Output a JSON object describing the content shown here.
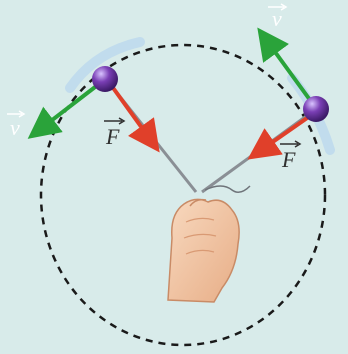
{
  "labels": {
    "velocity": "v",
    "force": "F"
  },
  "colors": {
    "background": "#d8ebea",
    "velocity_arrow": "#2aa33a",
    "force_arrow": "#e0402a",
    "ball": "#7a3fb5",
    "path": "#1a1a1a",
    "string": "#8a8f95",
    "hand": "#f2c7a5"
  },
  "icons": {
    "left_ball": "purple-sphere",
    "right_ball": "purple-sphere",
    "hand": "hand-holding-strings"
  }
}
